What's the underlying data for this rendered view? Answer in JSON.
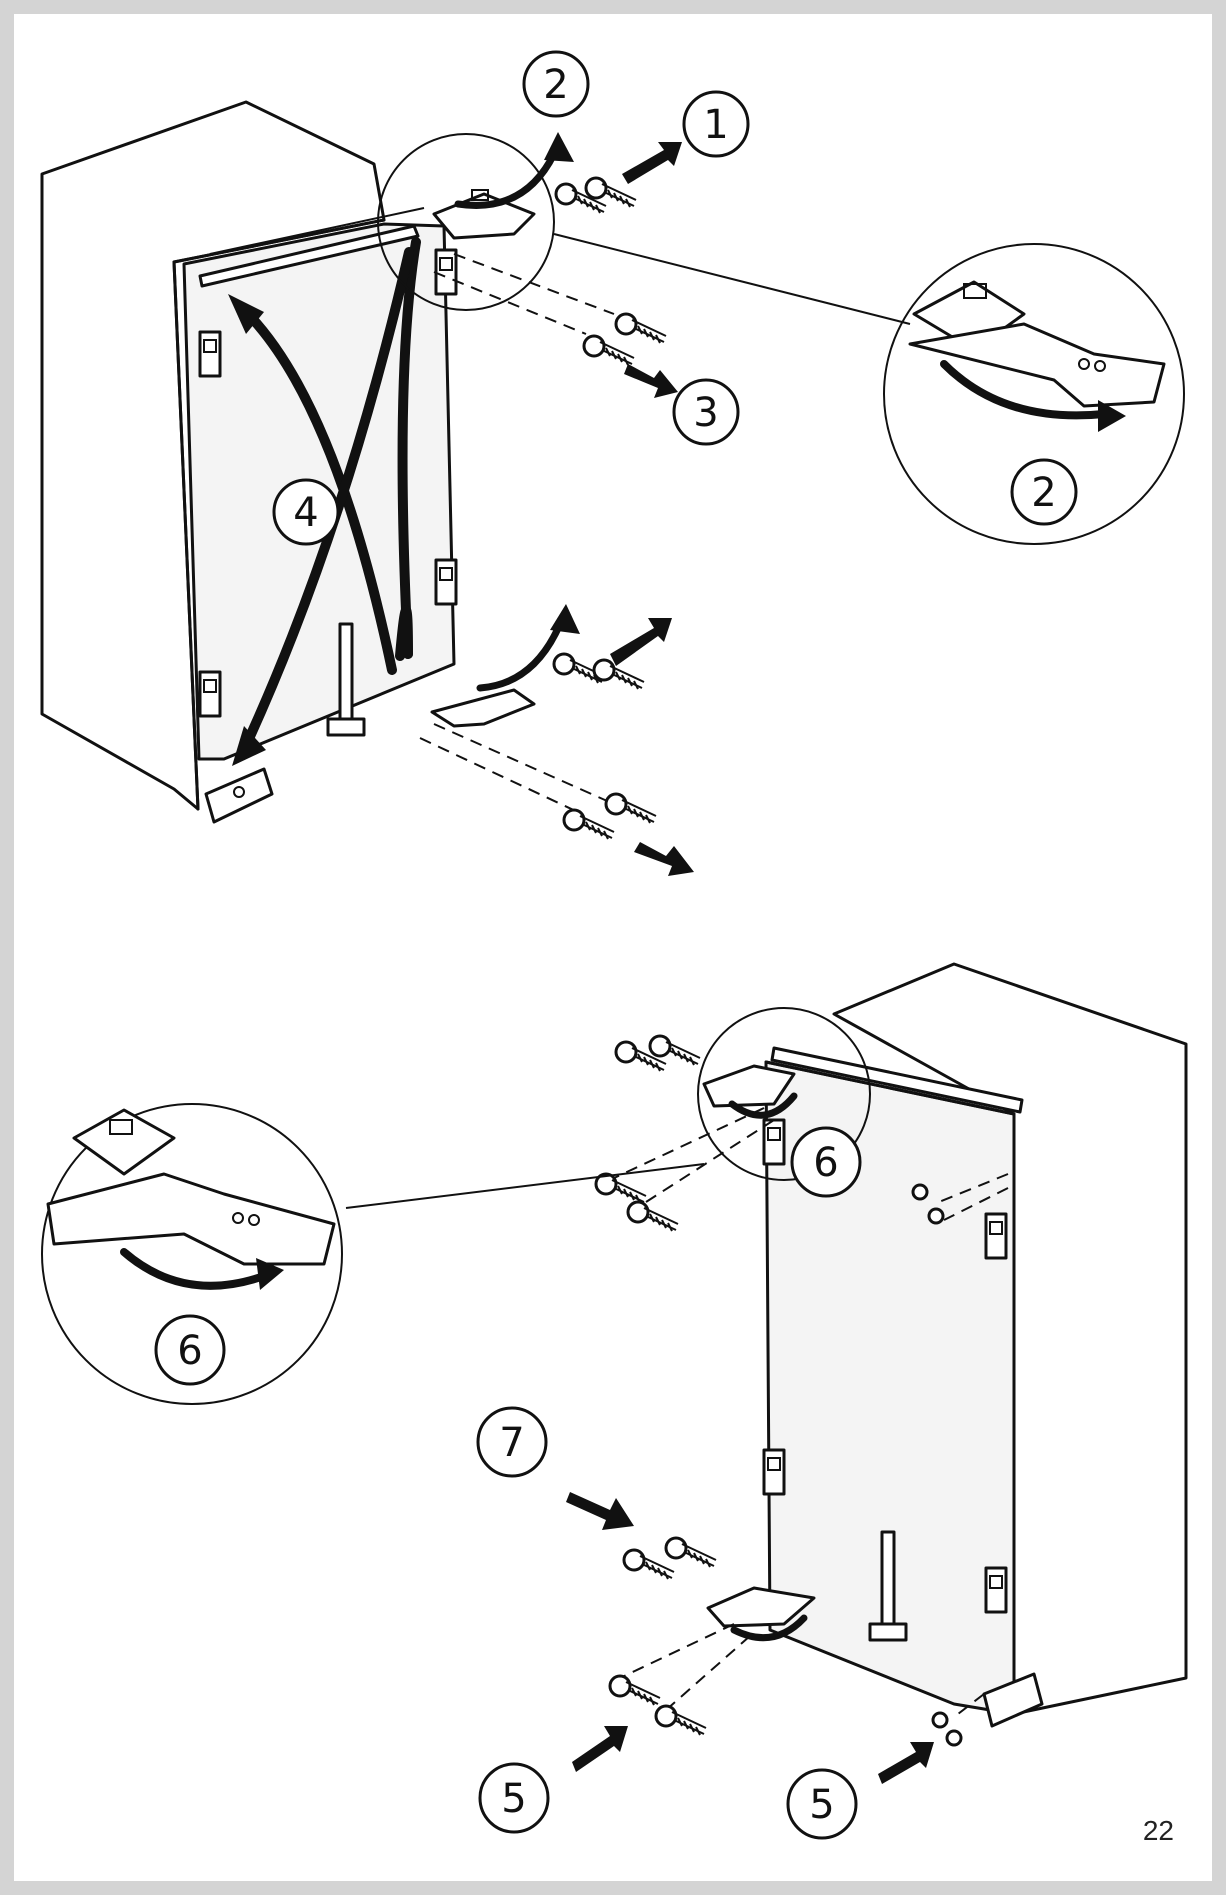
{
  "steps": {
    "top_remove_screws_1": "1",
    "top_lift_hinge_2": "2",
    "detail_top_2": "2",
    "top_remove_door_screws_3": "3",
    "swap_sides_4": "4",
    "mount_bottom_5a": "5",
    "mount_bottom_5b": "5",
    "top_hinge_6": "6",
    "detail_bottom_6": "6",
    "fit_screws_7": "7"
  },
  "page_number": "22"
}
